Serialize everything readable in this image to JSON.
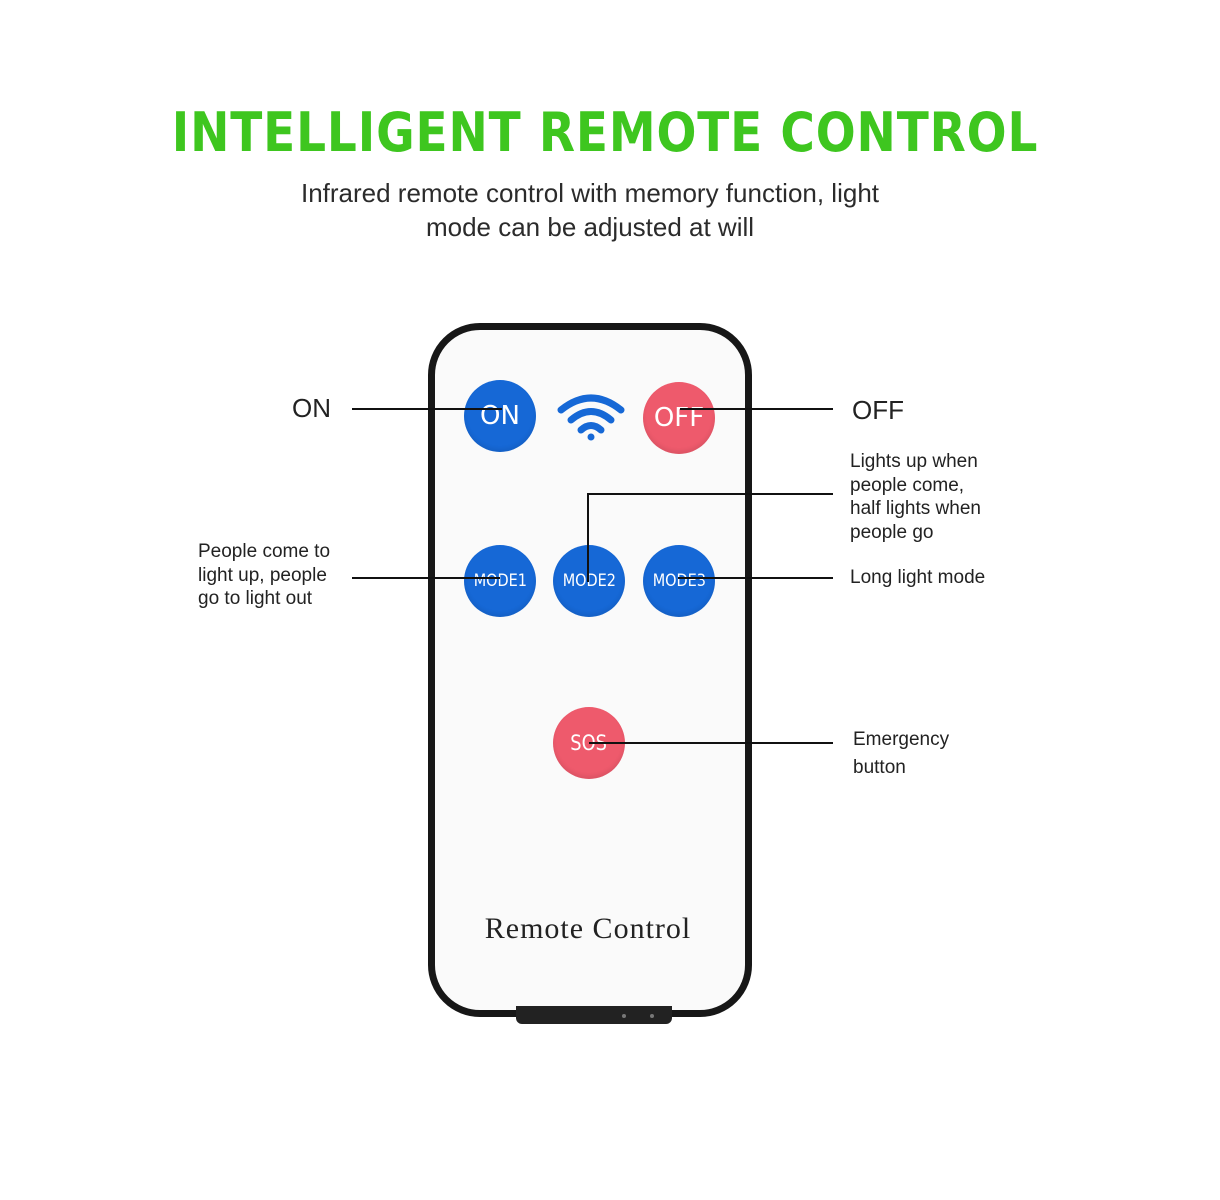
{
  "header": {
    "title": "INTELLIGENT REMOTE CONTROL",
    "subtitle": "Infrared remote control with memory function, light\nmode can be adjusted at will",
    "title_color": "#3ec61f"
  },
  "remote": {
    "brand_text": "Remote Control",
    "buttons": {
      "on": "ON",
      "off": "OFF",
      "mode1": "MODE1",
      "mode2": "MODE2",
      "mode3": "MODE3",
      "sos": "SOS"
    },
    "signal_icon": "wifi-signal-icon",
    "colors": {
      "blue_button": "#1668d6",
      "red_button": "#ee5a6c",
      "body_border": "#171717"
    }
  },
  "callouts": {
    "on": "ON",
    "off": "OFF",
    "mode1": "People come to\nlight up, people\ngo to light out",
    "mode2": "Lights up when\npeople come,\nhalf lights when\npeople go",
    "mode3": "Long light mode",
    "sos": "Emergency\nbutton"
  }
}
